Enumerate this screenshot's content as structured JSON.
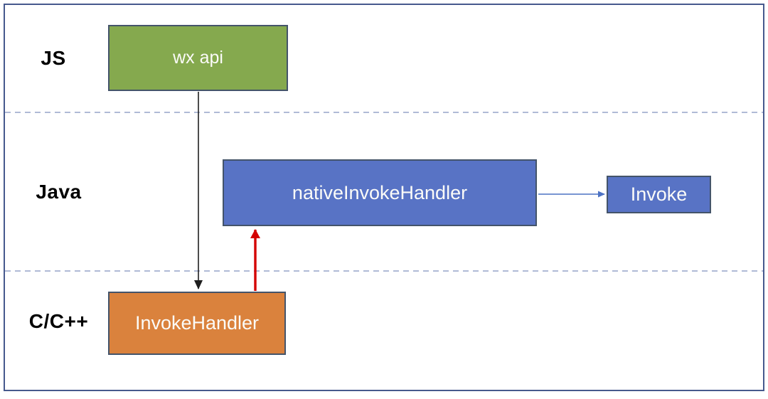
{
  "diagram": {
    "lanes": [
      {
        "id": "js",
        "label": "JS"
      },
      {
        "id": "java",
        "label": "Java"
      },
      {
        "id": "cpp",
        "label": "C/C++"
      }
    ],
    "nodes": [
      {
        "id": "wx-api",
        "label": "wx api",
        "lane": "js",
        "color": "#85A94E"
      },
      {
        "id": "native-invoke-handler",
        "label": "nativeInvokeHandler",
        "lane": "java",
        "color": "#5873C5"
      },
      {
        "id": "invoke",
        "label": "Invoke",
        "lane": "java",
        "color": "#5873C5"
      },
      {
        "id": "invoke-handler",
        "label": "InvokeHandler",
        "lane": "cpp",
        "color": "#DA823D"
      }
    ],
    "edges": [
      {
        "from": "wx-api",
        "to": "invoke-handler",
        "direction": "down",
        "color": "#1F1F1F",
        "weight": "thin"
      },
      {
        "from": "invoke-handler",
        "to": "native-invoke-handler",
        "direction": "up",
        "color": "#D40000",
        "weight": "thick"
      },
      {
        "from": "native-invoke-handler",
        "to": "invoke",
        "direction": "right",
        "color": "#4C72C4",
        "weight": "thin"
      }
    ],
    "colors": {
      "frame_border": "#46598D",
      "lane_divider": "#96A4C8",
      "node_border": "#44546A",
      "node_text": "#FBFBF8",
      "lane_label_text": "#000000"
    }
  }
}
